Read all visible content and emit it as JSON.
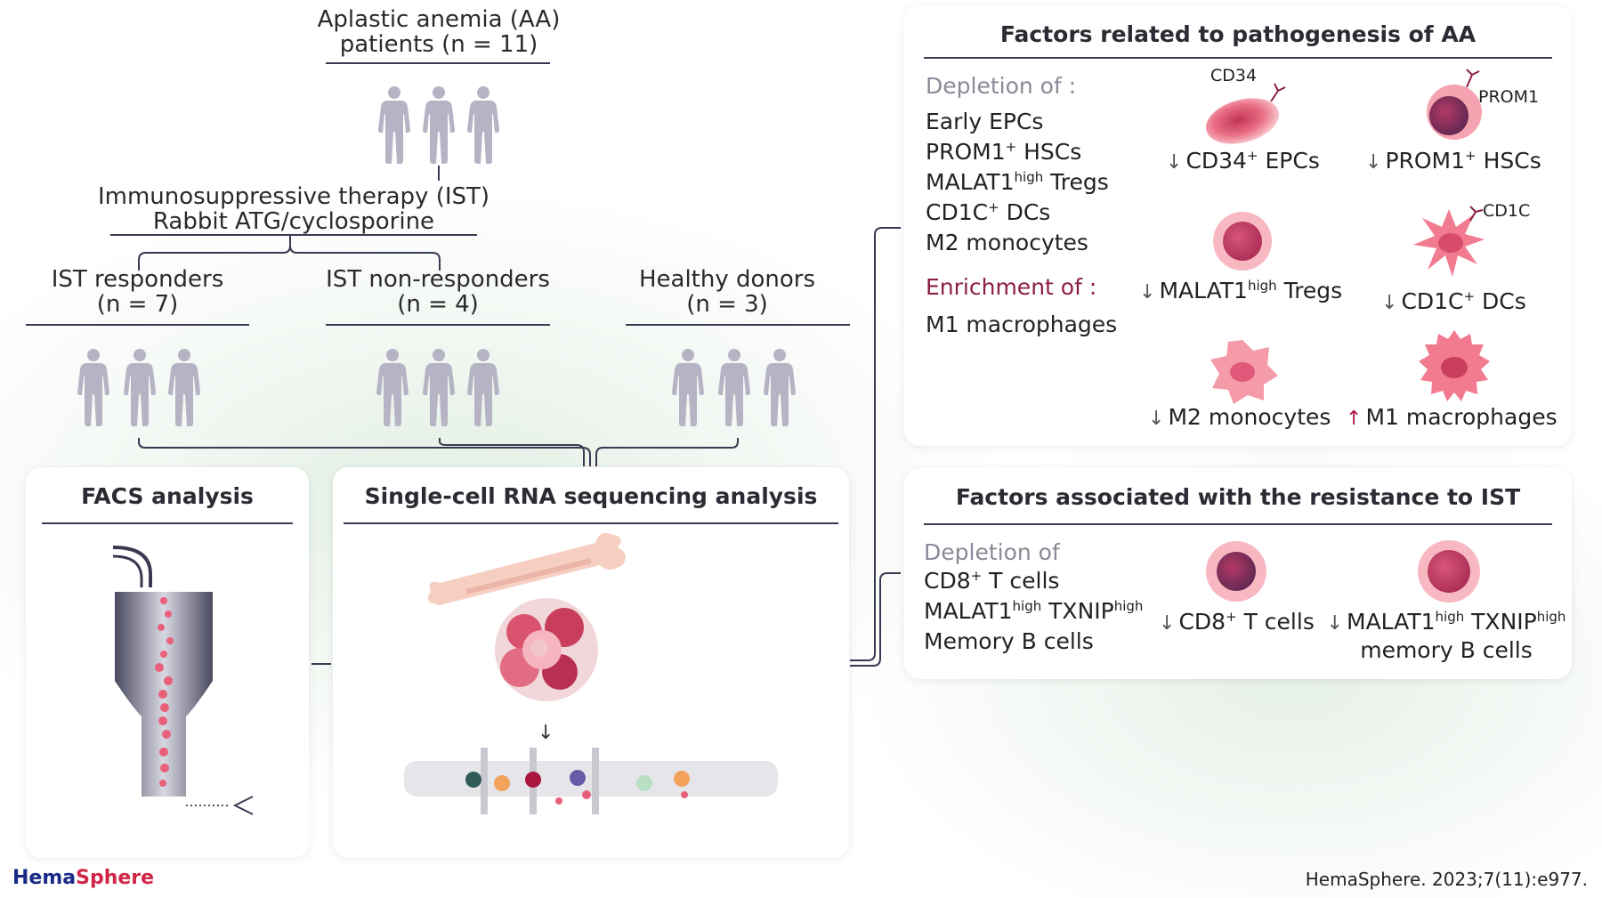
{
  "header": {
    "aa_line1": "Aplastic anemia (AA)",
    "aa_line2": "patients (n = 11)",
    "ist_line1": "Immunosuppressive therapy (IST)",
    "ist_line2": "Rabbit ATG/cyclosporine"
  },
  "groups": [
    {
      "line1": "IST responders",
      "line2": "(n = 7)"
    },
    {
      "line1": "IST non-responders",
      "line2": "(n = 4)"
    },
    {
      "line1": "Healthy donors",
      "line2": "(n = 3)"
    }
  ],
  "facs": {
    "title": "FACS analysis"
  },
  "scrna": {
    "title": "Single-cell RNA sequencing analysis"
  },
  "pathogenesis": {
    "title": "Factors related to pathogenesis of AA",
    "depletion_label": "Depletion of :",
    "depletion_items": [
      "Early EPCs",
      "PROM1",
      "MALAT1",
      "CD1C",
      "M2 monocytes"
    ],
    "prom1_sup": "+",
    "prom1_rest": " HSCs",
    "malat1_sup": "high",
    "malat1_rest": " Tregs",
    "cd1c_sup": "+",
    "cd1c_rest": " DCs",
    "enrichment_label": "Enrichment of :",
    "enrichment_items": [
      "M1 macrophages"
    ],
    "cell_tags": {
      "cd34": "CD34",
      "prom1": "PROM1",
      "cd1c": "CD1C"
    },
    "cells": {
      "cd34": {
        "main": "CD34",
        "sup": "+",
        "rest": " EPCs"
      },
      "prom1": {
        "main": "PROM1",
        "sup": "+",
        "rest": " HSCs"
      },
      "malat1": {
        "main": "MALAT1",
        "sup": "high",
        "rest": " Tregs"
      },
      "cd1c": {
        "main": "CD1C",
        "sup": "+",
        "rest": " DCs"
      },
      "m2": {
        "main": "M2 monocytes"
      },
      "m1": {
        "main": "M1 macrophages"
      }
    }
  },
  "resistance": {
    "title": "Factors associated with the resistance to IST",
    "depletion_label": "Depletion of",
    "item1_main": "CD8",
    "item1_sup": "+",
    "item1_rest": " T cells",
    "item2_a": "MALAT1",
    "item2_sup1": "high",
    "item2_b": " TXNIP",
    "item2_sup2": "high",
    "item3": "Memory B cells",
    "cd8_main": "CD8",
    "cd8_sup": "+",
    "cd8_rest": " T cells",
    "mb_a": "MALAT1",
    "mb_sup1": "high",
    "mb_b": " TXNIP",
    "mb_sup2": "high",
    "mb_line2": "memory B cells"
  },
  "footer": {
    "brand_a": "Hema",
    "brand_b": "Sphere",
    "citation": "HemaSphere. 2023;7(11):e977."
  },
  "colors": {
    "rule": "#3a3a52",
    "person": "#b5b3c4",
    "maroon": "#8c1f44",
    "cell_pink": "#e8607a",
    "cell_light": "#f7c2c8",
    "brand_blue": "#1a2b86",
    "brand_red": "#cf2745"
  },
  "icons": [
    "person-icon",
    "bone-icon",
    "cell-icon",
    "flow-cytometer-icon",
    "microfluidic-icon"
  ]
}
